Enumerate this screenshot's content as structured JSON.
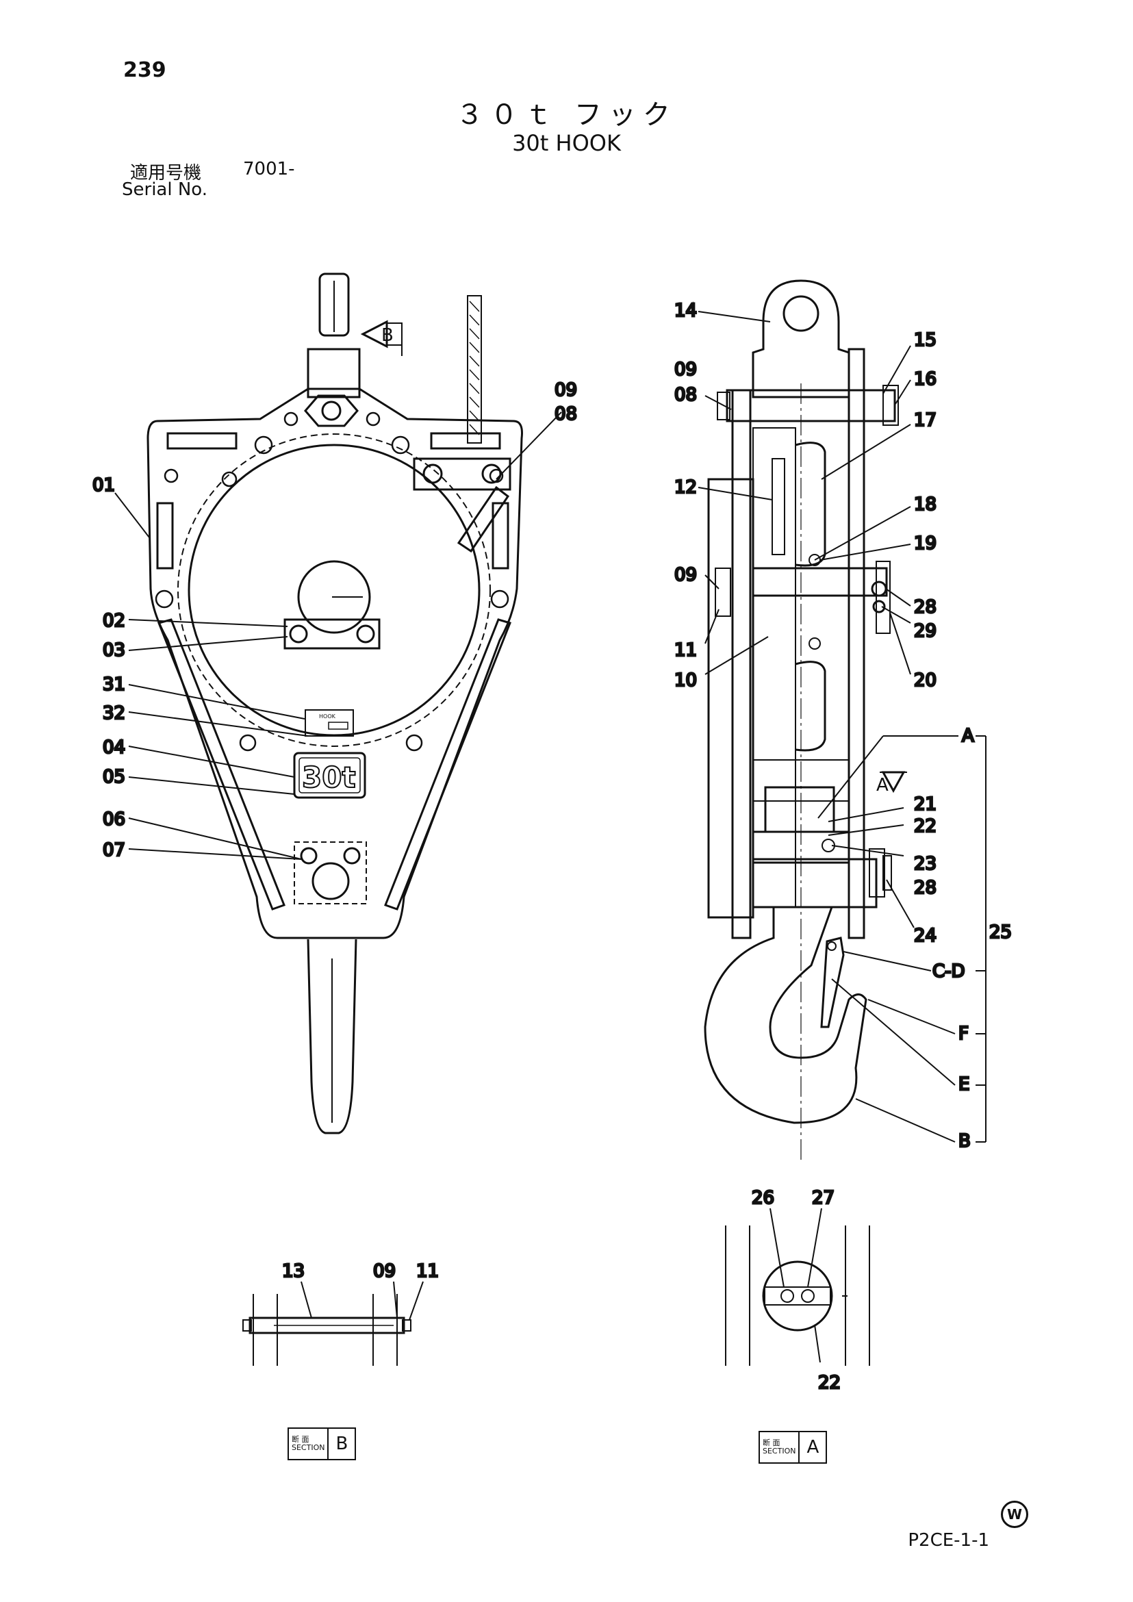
{
  "page": {
    "number": "239",
    "title_jp": "３０ｔ フック",
    "title_en": "30t HOOK",
    "serial_label_jp": "適用号機",
    "serial_value": "7001-",
    "serial_label_en": "Serial No.",
    "drawing_ref": "P2CE-1-1",
    "mark": "W"
  },
  "front_view": {
    "plate_text": "30t",
    "tag_text": "HOOK",
    "view_mark": "B"
  },
  "side_view": {
    "view_mark": "A"
  },
  "callouts_front": [
    "01",
    "02",
    "03",
    "31",
    "32",
    "04",
    "05",
    "06",
    "07",
    "09",
    "08"
  ],
  "callouts_side": [
    "14",
    "09",
    "08",
    "12",
    "09",
    "11",
    "10",
    "15",
    "16",
    "17",
    "18",
    "19",
    "28",
    "29",
    "20",
    "21",
    "22",
    "23",
    "28",
    "24",
    "A",
    "C-D",
    "F",
    "E",
    "B",
    "25"
  ],
  "section_b": {
    "callouts": [
      "13",
      "09",
      "11"
    ],
    "kanji": "断 面",
    "word": "SECTION",
    "letter": "B"
  },
  "section_a": {
    "callouts": [
      "26",
      "27",
      "22"
    ],
    "kanji": "断 面",
    "word": "SECTION",
    "letter": "A"
  }
}
